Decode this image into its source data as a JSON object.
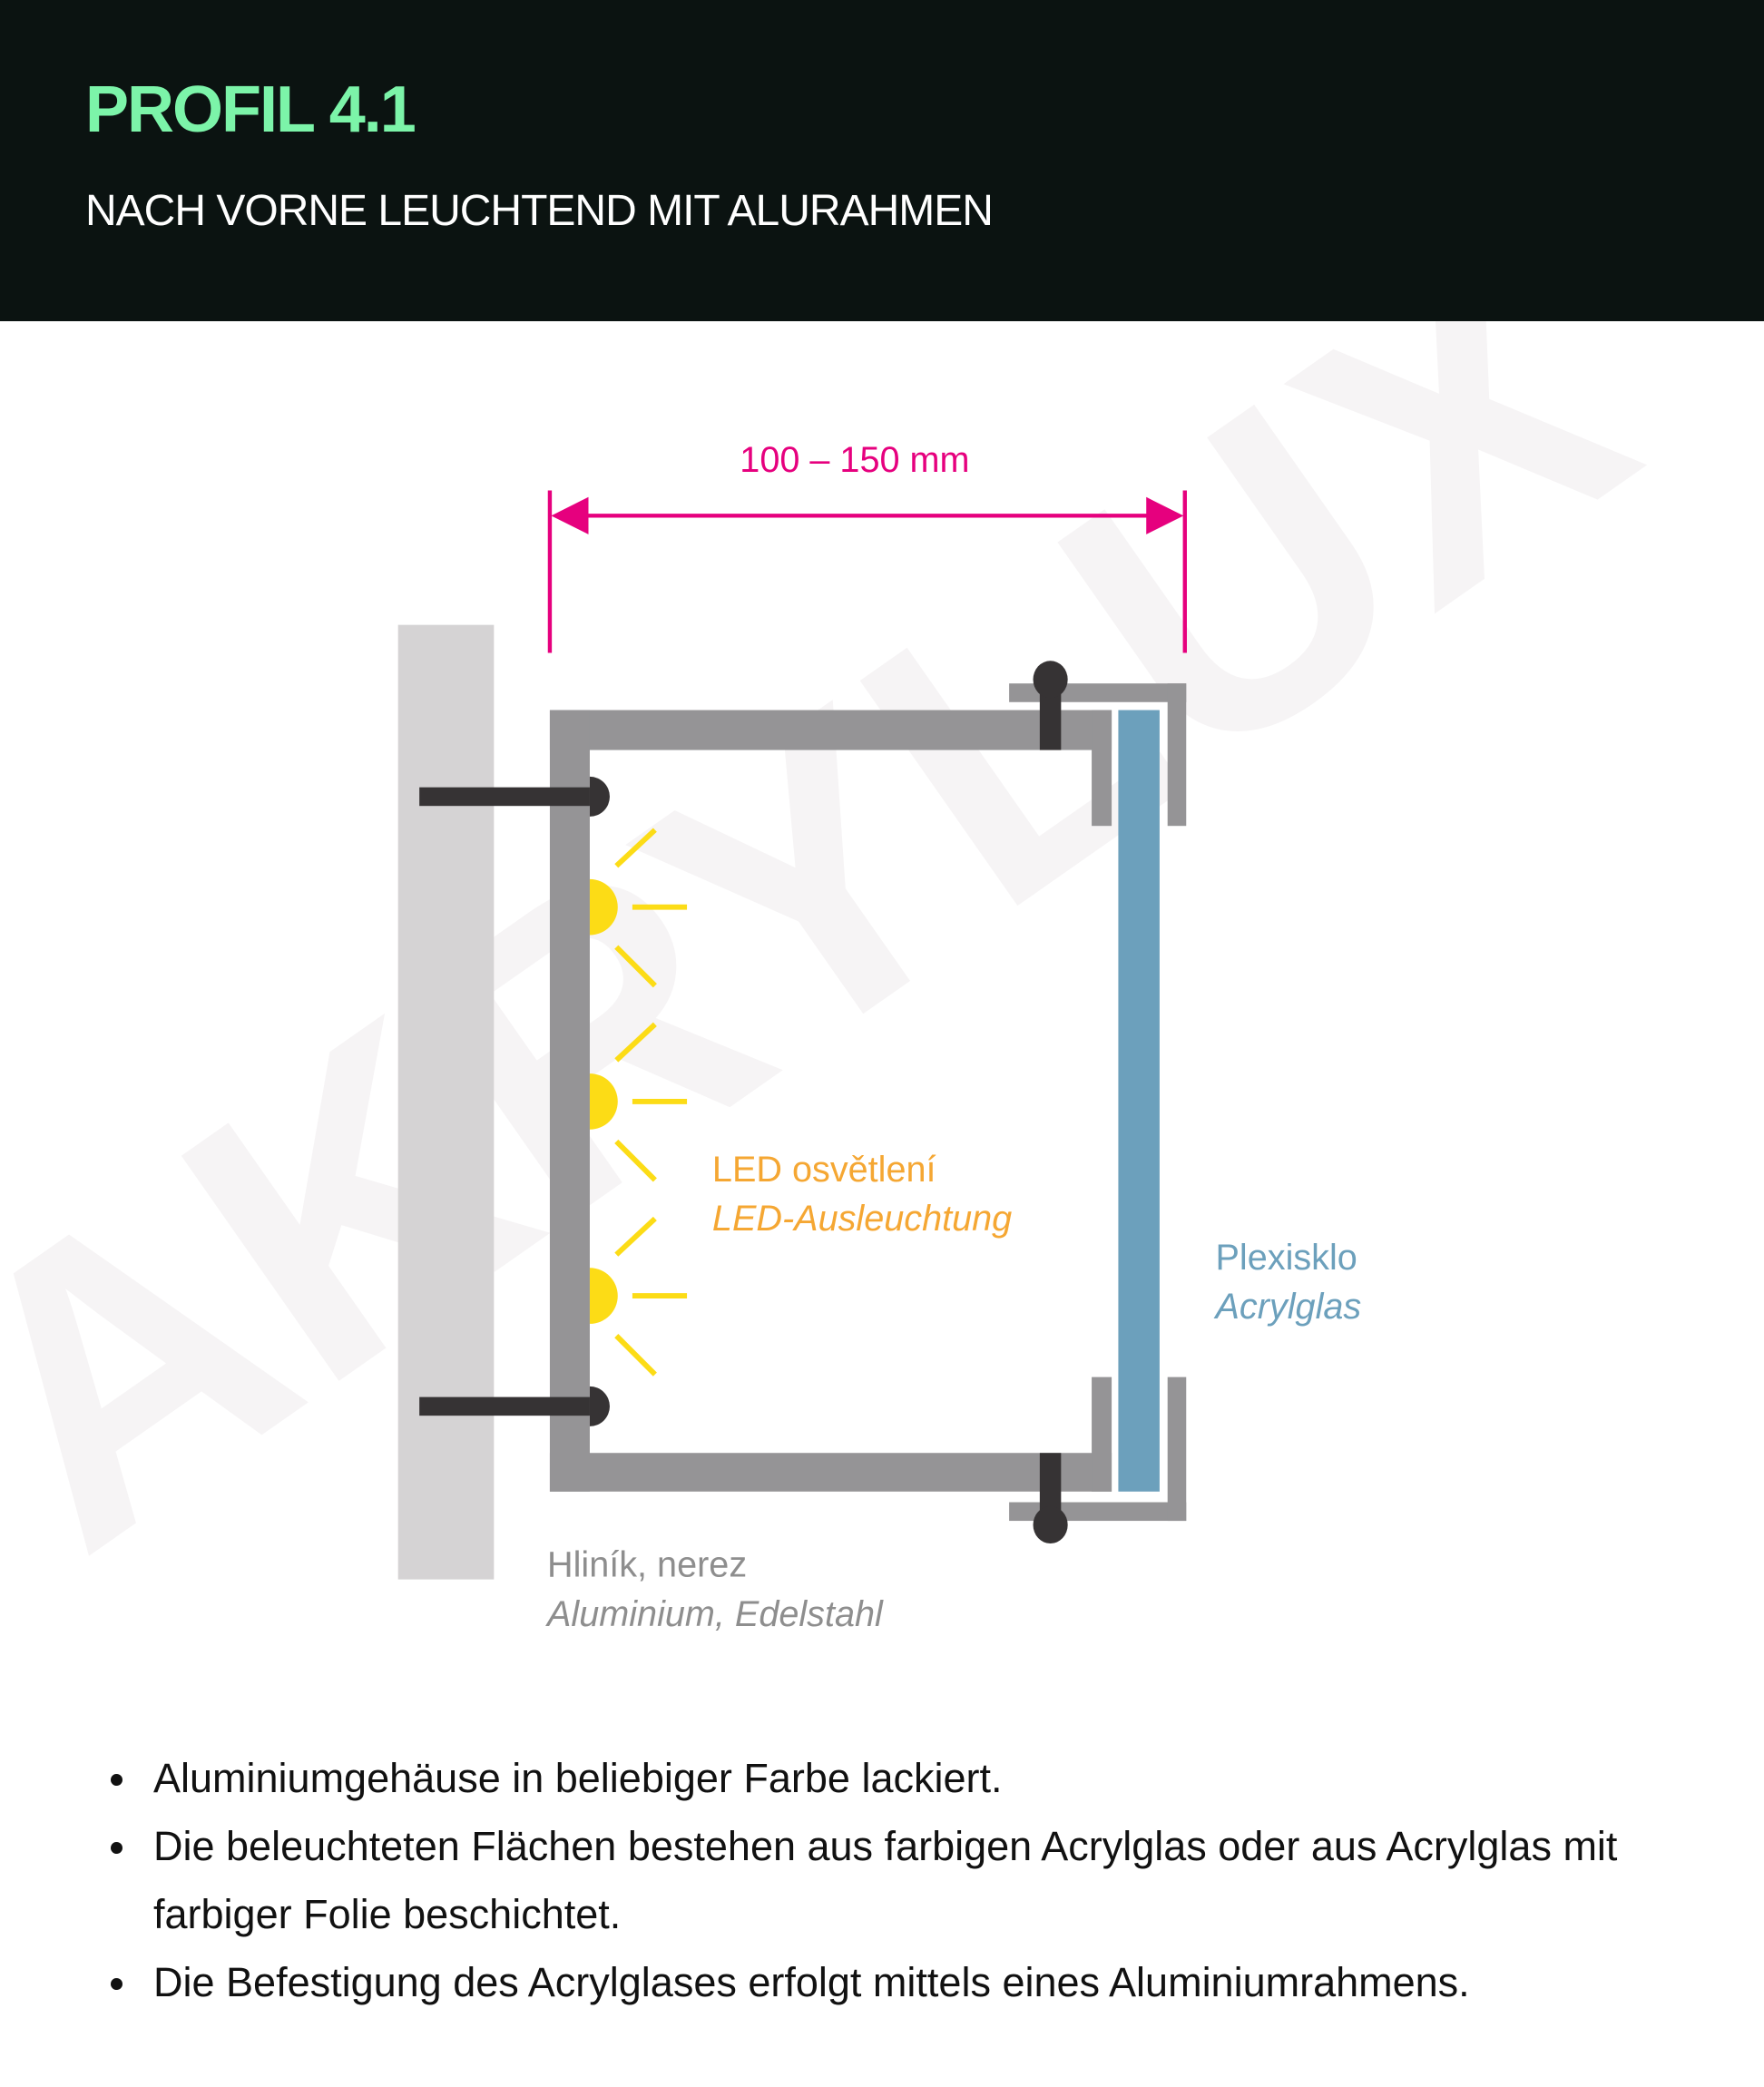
{
  "header": {
    "title": "PROFIL 4.1",
    "subtitle": "NACH VORNE LEUCHTEND MIT ALURAHMEN"
  },
  "diagram": {
    "dimension_label": "100 – 150 mm",
    "watermark": "AKRYLUX",
    "led_label": "LED osvětlení",
    "led_label_de": "LED-Ausleuchtung",
    "acrylic_label": "Plexisklo",
    "acrylic_label_de": "Acrylglas",
    "material_label": "Hliník, nerez",
    "material_label_de": "Aluminium, Edelstahl",
    "colors": {
      "dimension": "#e6007e",
      "led": "#f5a733",
      "led_light": "#fcdc16",
      "acrylic": "#6ca0bc",
      "housing": "#959496",
      "wall": "#d5d3d4",
      "screw": "#363334",
      "material_text": "#8e8e8e"
    }
  },
  "bullets": [
    "Aluminiumgehäuse in beliebiger Farbe lackiert.",
    "Die beleuchteten Flächen bestehen aus farbigen Acrylglas oder aus Acrylglas mit farbiger Folie beschichtet.",
    "Die Befestigung des Acrylglases erfolgt mittels eines Aluminiumrahmens."
  ]
}
